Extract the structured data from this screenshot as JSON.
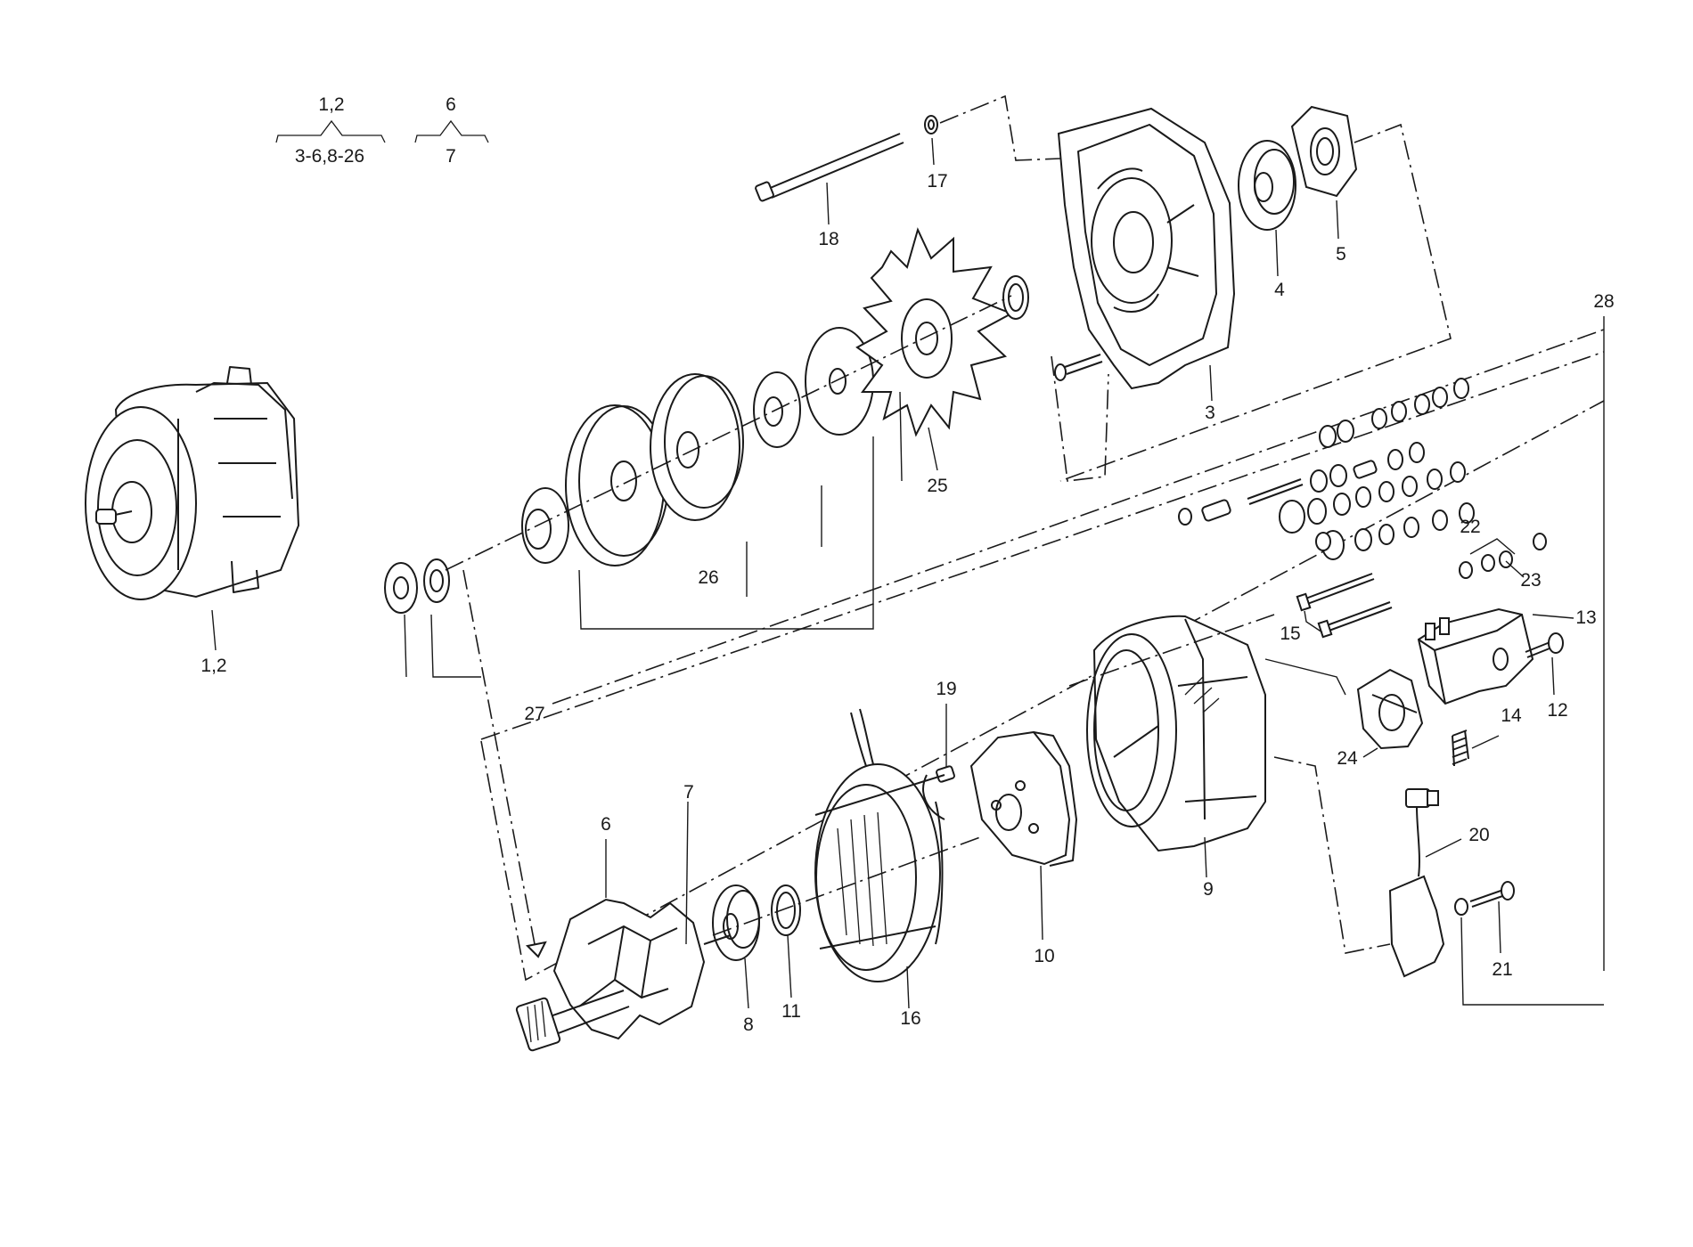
{
  "legend": {
    "group_a": {
      "parent": "1,2",
      "children": "3-6,8-26"
    },
    "group_b": {
      "parent": "6",
      "children": "7"
    }
  },
  "callouts": {
    "p1_2": "1,2",
    "p3": "3",
    "p4": "4",
    "p5": "5",
    "p6": "6",
    "p7": "7",
    "p8": "8",
    "p9": "9",
    "p10": "10",
    "p11": "11",
    "p12": "12",
    "p13": "13",
    "p14": "14",
    "p15": "15",
    "p16": "16",
    "p17": "17",
    "p18": "18",
    "p19": "19",
    "p20": "20",
    "p21": "21",
    "p22": "22",
    "p23": "23",
    "p24": "24",
    "p25": "25",
    "p26": "26",
    "p27": "27",
    "p28": "28"
  }
}
